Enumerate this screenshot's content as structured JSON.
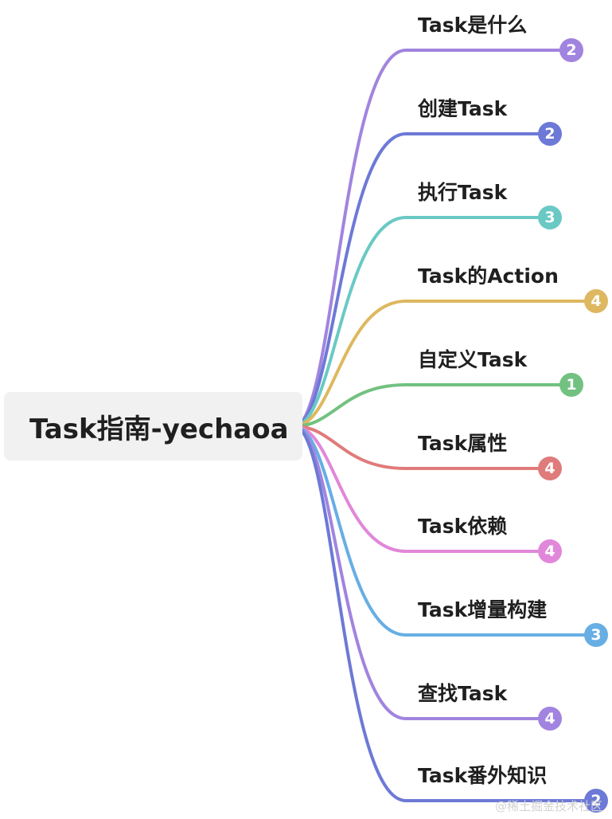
{
  "root": {
    "title": "Task指南-yechaoa"
  },
  "branches": [
    {
      "label": "Task是什么",
      "count": "2",
      "color": "#a184df"
    },
    {
      "label": "创建Task",
      "count": "2",
      "color": "#6d79d6"
    },
    {
      "label": "执行Task",
      "count": "3",
      "color": "#6ac9c4"
    },
    {
      "label": "Task的Action",
      "count": "4",
      "color": "#deb860"
    },
    {
      "label": "自定义Task",
      "count": "1",
      "color": "#72c180"
    },
    {
      "label": "Task属性",
      "count": "4",
      "color": "#e07b7b"
    },
    {
      "label": "Task依赖",
      "count": "4",
      "color": "#e187d9"
    },
    {
      "label": "Task增量构建",
      "count": "3",
      "color": "#67aee4"
    },
    {
      "label": "查找Task",
      "count": "4",
      "color": "#a184df"
    },
    {
      "label": "Task番外知识",
      "count": "2",
      "color": "#6d79d6"
    }
  ],
  "watermark": "@稀土掘金技术社区"
}
